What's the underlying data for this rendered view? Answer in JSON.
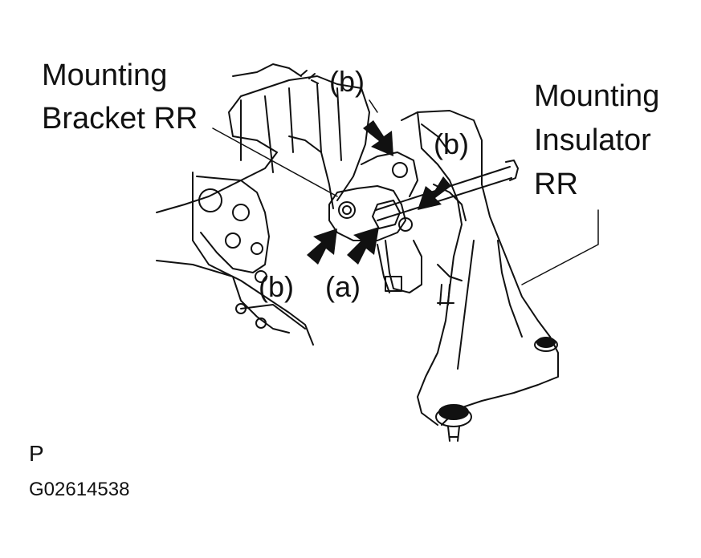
{
  "labels": {
    "bracket_line1": "Mounting",
    "bracket_line2": "Bracket RR",
    "insulator_line1": "Mounting",
    "insulator_line2": "Insulator",
    "insulator_line3": "RR"
  },
  "callouts": {
    "b_top": "(b)",
    "b_right": "(b)",
    "b_left": "(b)",
    "a_bottom": "(a)"
  },
  "corner": {
    "marker": "P",
    "figure_code": "G02614538"
  },
  "colors": {
    "ink": "#111111",
    "paper": "#ffffff"
  }
}
